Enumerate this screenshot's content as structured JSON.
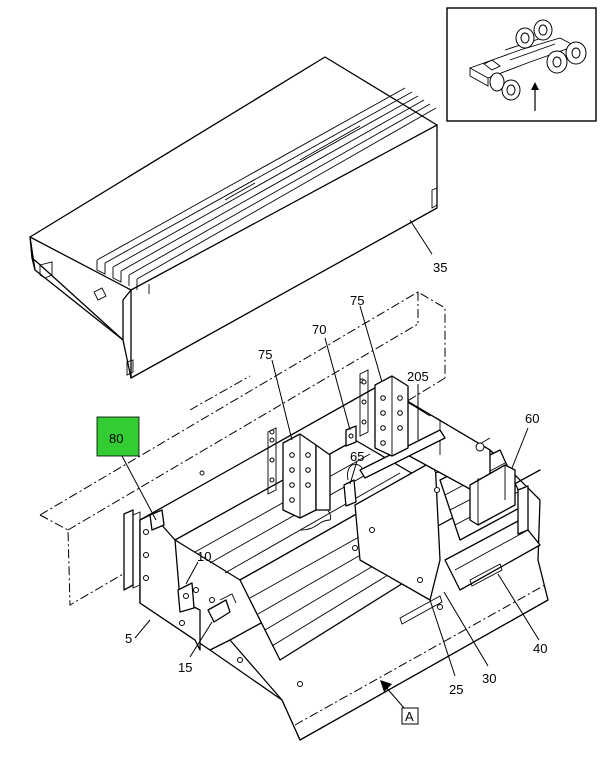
{
  "callouts": {
    "c80": "80",
    "c35": "35",
    "c75a": "75",
    "c75b": "75",
    "c70": "70",
    "c205": "205",
    "c60": "60",
    "c65": "65",
    "c10": "10",
    "c5": "5",
    "c15": "15",
    "c25": "25",
    "c30": "30",
    "c40": "40",
    "viewA": "A"
  },
  "colors": {
    "highlight": "#33cc33",
    "line": "#000000"
  }
}
